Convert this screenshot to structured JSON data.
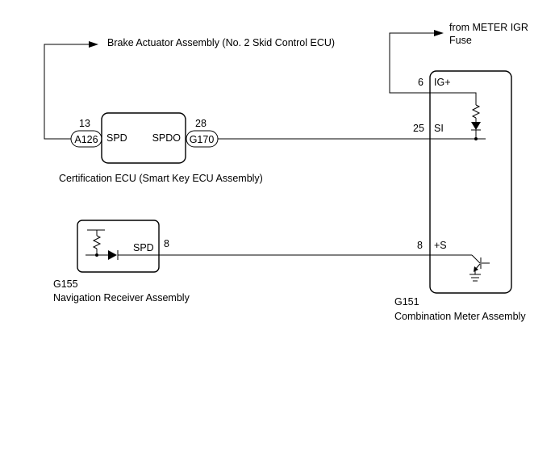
{
  "labels": {
    "brake_actuator": "Brake Actuator Assembly (No. 2 Skid Control ECU)",
    "fuse_line1": "from METER IGR",
    "fuse_line2": "Fuse",
    "cert_ecu": "Certification ECU (Smart Key ECU Assembly)",
    "nav_code": "G155",
    "nav_name": "Navigation Receiver Assembly",
    "meter_code": "G151",
    "meter_name": "Combination Meter Assembly"
  },
  "cert_ecu": {
    "left_pin_num": "13",
    "left_connector": "A126",
    "left_pin_label": "SPD",
    "right_pin_num": "28",
    "right_connector": "G170",
    "right_pin_label": "SPDO"
  },
  "nav": {
    "pin_label": "SPD",
    "pin_num": "8"
  },
  "meter": {
    "ig_num": "6",
    "ig_label": "IG+",
    "si_num": "25",
    "si_label": "SI",
    "s_num": "8",
    "s_label": "+S"
  }
}
